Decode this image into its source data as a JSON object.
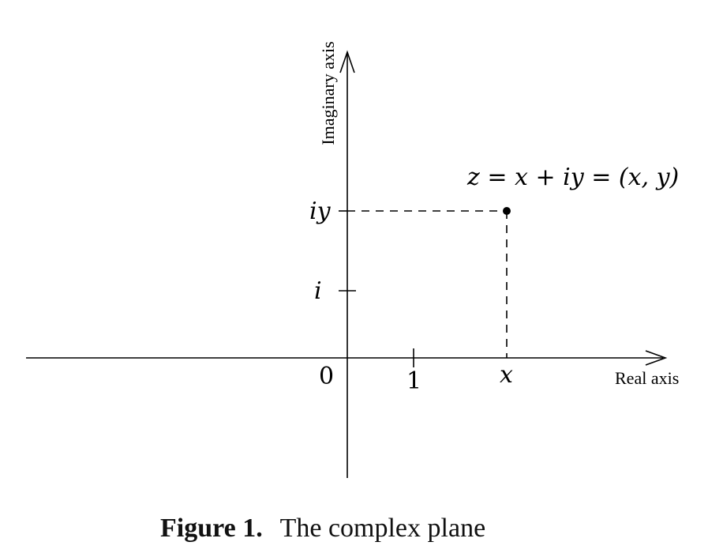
{
  "diagram": {
    "y_axis_label": "Imaginary axis",
    "x_axis_label": "Real axis",
    "origin_label": "0",
    "tick_one_label": "1",
    "tick_i_label": "i",
    "point_x_label": "x",
    "point_y_label": "iy",
    "point_label": "z = x + iy = (x, y)"
  },
  "caption": {
    "number": "Figure 1.",
    "text": "The complex plane"
  },
  "colors": {
    "ink": "#000000",
    "background": "#ffffff"
  }
}
